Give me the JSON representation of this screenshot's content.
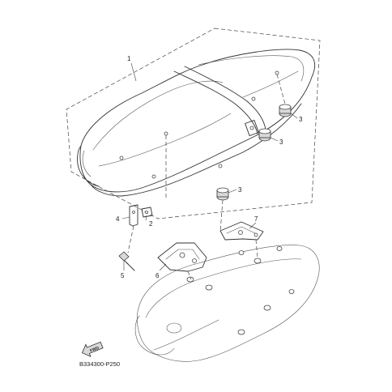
{
  "diagram": {
    "part_code": "B334300-P250",
    "front_arrow_text": "FWD",
    "callouts": [
      {
        "id": "c1",
        "text": "1"
      },
      {
        "id": "c2",
        "text": "2"
      },
      {
        "id": "c3a",
        "text": "3"
      },
      {
        "id": "c3b",
        "text": "3"
      },
      {
        "id": "c3c",
        "text": "3"
      },
      {
        "id": "c4",
        "text": "4"
      },
      {
        "id": "c5",
        "text": "5"
      },
      {
        "id": "c6",
        "text": "6"
      },
      {
        "id": "c7",
        "text": "7"
      }
    ]
  }
}
